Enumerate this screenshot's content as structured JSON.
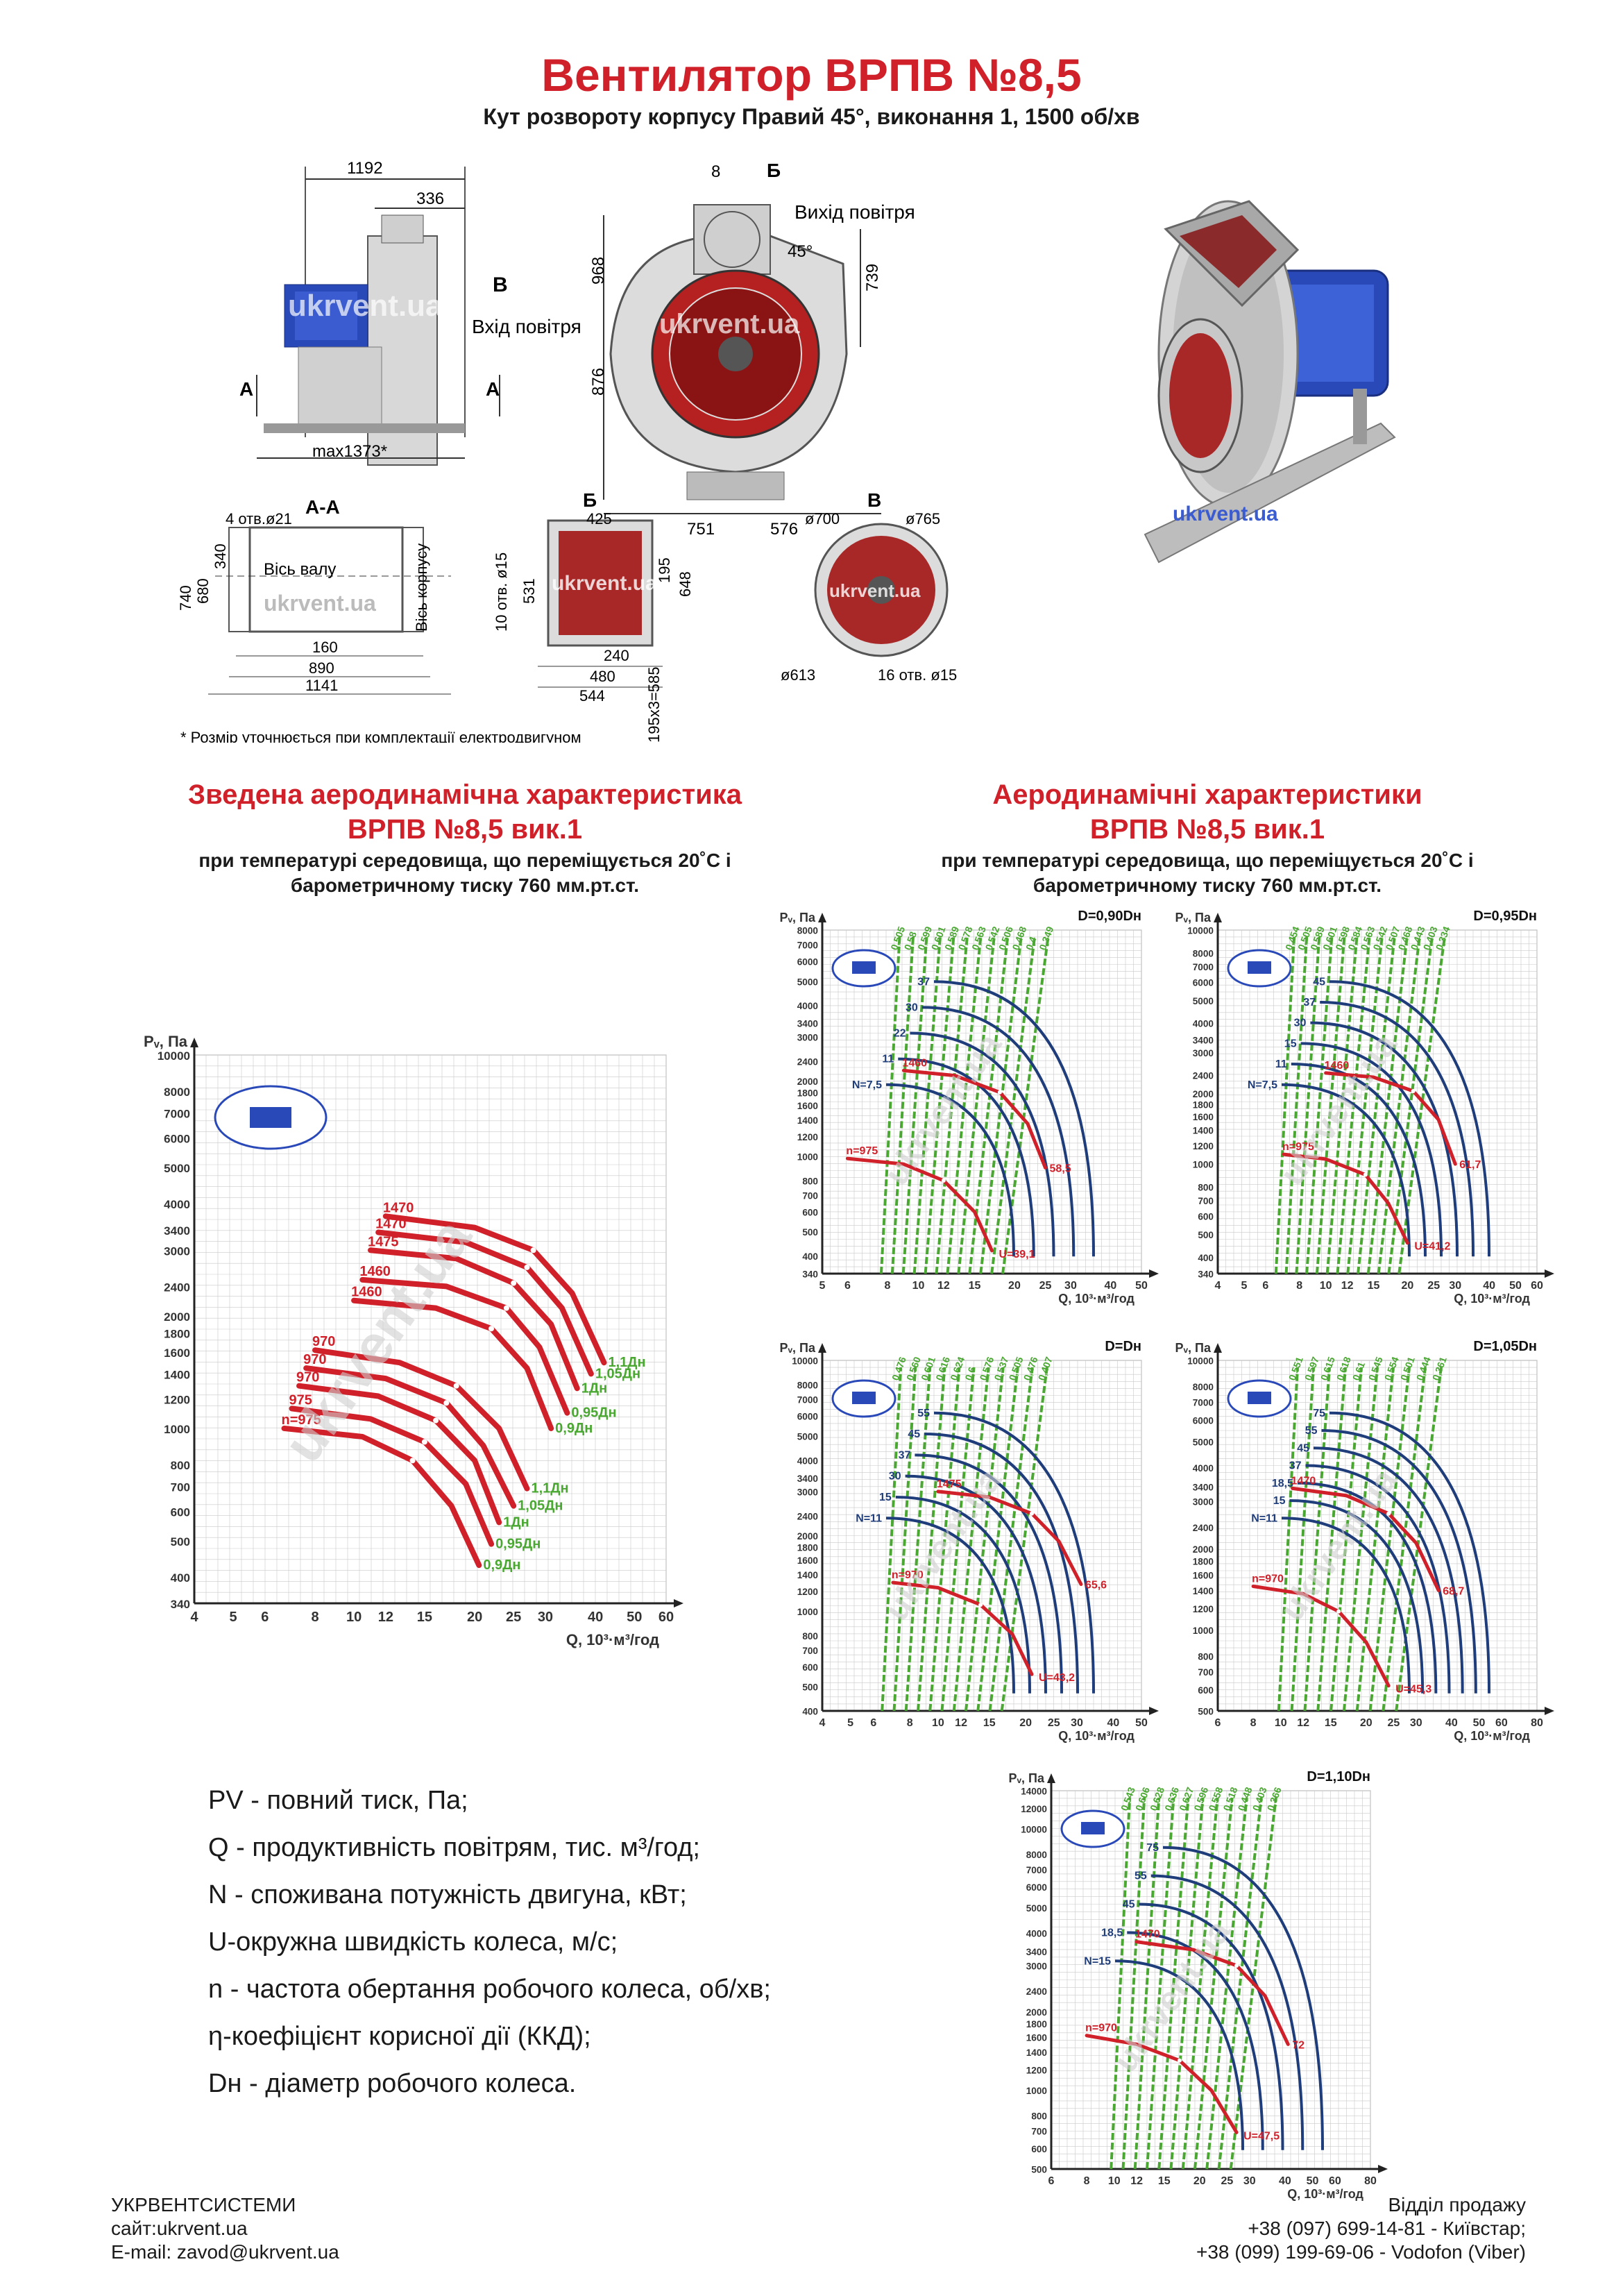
{
  "header": {
    "title": "Вентилятор ВРПВ №8,5",
    "subtitle": "Кут розвороту корпусу Правий 45°, виконання 1, 1500 об/хв"
  },
  "drawings": {
    "side_view": {
      "dim_total": "1192",
      "dim_inlet": "336",
      "dim_bottom": "max1373*",
      "section_mark": "A",
      "inlet_mark": "В",
      "inlet_label": "Вхід повітря"
    },
    "front_view": {
      "dim_top": "8",
      "outlet_mark": "Б",
      "outlet_label": "Вихід повітря",
      "angle": "45°",
      "dim_968": "968",
      "dim_876": "876",
      "dim_739": "739",
      "dim_751": "751",
      "dim_576": "576"
    },
    "section_aa": {
      "title": "А-А",
      "holes": "4 отв.ø21",
      "shaft_axis": "Вісь валу",
      "housing_axis": "Вісь корпусу",
      "d740": "740",
      "d680": "680",
      "d340": "340",
      "d160": "160",
      "d890": "890",
      "d1141": "1141"
    },
    "flange_b": {
      "title": "Б",
      "holes": "10 отв. ø15",
      "d425": "425",
      "d531": "531",
      "d195": "195",
      "d648": "648",
      "d240": "240",
      "d480": "480",
      "d544": "544",
      "d585": "195х3=585"
    },
    "flange_v": {
      "title": "В",
      "d700": "ø700",
      "d765": "ø765",
      "d613": "ø613",
      "holes": "16 отв. ø15"
    },
    "watermark": "ukrvent.ua",
    "footnote": "* Розмір уточнюється при комплектації електродвигуном"
  },
  "summary_section": {
    "title_line1": "Зведена аеродинамічна характеристика",
    "title_line2": "ВРПВ №8,5 вик.1",
    "sub_line1": "при температурі середовища, що переміщується 20˚С і",
    "sub_line2": "барометричному тиску 760 мм.рт.ст."
  },
  "detail_section": {
    "title_line1": "Аеродинамічні характеристики",
    "title_line2": "ВРПВ №8,5 вик.1",
    "sub_line1": "при температурі середовища, що переміщується 20˚С і",
    "sub_line2": "барометричному тиску 760 мм.рт.ст."
  },
  "chart_data": [
    {
      "type": "line",
      "title": "",
      "xlabel": "Q, 10³·м³/год",
      "ylabel": "Pᵥ, Па",
      "log_x": true,
      "log_y": true,
      "xlim": [
        4,
        60
      ],
      "ylim": [
        340,
        10000
      ],
      "x_ticks": [
        "4",
        "5",
        "6",
        "8",
        "10",
        "12",
        "15",
        "20",
        "25",
        "30",
        "40",
        "50",
        "60"
      ],
      "y_ticks": [
        "340",
        "400",
        "500",
        "600",
        "700",
        "800",
        "1000",
        "1200",
        "1400",
        "1600",
        "1800",
        "2000",
        "2400",
        "3000",
        "3400",
        "4000",
        "5000",
        "6000",
        "7000",
        "8000",
        "10000"
      ],
      "series": [
        {
          "name": "1,1Дн",
          "speed": "1470",
          "x": [
            12,
            20,
            28,
            35,
            42
          ],
          "y": [
            3700,
            3450,
            3000,
            2300,
            1500
          ]
        },
        {
          "name": "1,05Дн",
          "speed": "1470",
          "x": [
            11.5,
            19,
            27,
            33,
            39
          ],
          "y": [
            3350,
            3150,
            2700,
            2100,
            1400
          ]
        },
        {
          "name": "1Дн",
          "speed": "1475",
          "x": [
            11,
            18,
            25,
            31,
            36
          ],
          "y": [
            3000,
            2850,
            2450,
            1900,
            1280
          ]
        },
        {
          "name": "0,95Дн",
          "speed": "1460",
          "x": [
            10.5,
            17,
            24,
            29,
            34
          ],
          "y": [
            2500,
            2400,
            2100,
            1650,
            1100
          ]
        },
        {
          "name": "0,9Дн",
          "speed": "1460",
          "x": [
            10,
            16,
            22,
            27,
            31
          ],
          "y": [
            2200,
            2100,
            1850,
            1450,
            1000
          ]
        },
        {
          "name": "1,1Дн",
          "speed": "970",
          "x": [
            8,
            13,
            18,
            23,
            27
          ],
          "y": [
            1620,
            1500,
            1300,
            1000,
            690
          ]
        },
        {
          "name": "1,05Дн",
          "speed": "970",
          "x": [
            7.6,
            12,
            17,
            21,
            25
          ],
          "y": [
            1450,
            1360,
            1170,
            900,
            620
          ]
        },
        {
          "name": "1Дн",
          "speed": "970",
          "x": [
            7.3,
            11.5,
            16,
            20,
            23
          ],
          "y": [
            1300,
            1220,
            1050,
            820,
            560
          ]
        },
        {
          "name": "0,95Дн",
          "speed": "975",
          "x": [
            7,
            11,
            15,
            19,
            22
          ],
          "y": [
            1130,
            1060,
            920,
            710,
            490
          ]
        },
        {
          "name": "0,9Дн",
          "speed": "n=975",
          "x": [
            6.7,
            10.5,
            14,
            17.5,
            20.5
          ],
          "y": [
            1000,
            950,
            820,
            620,
            430
          ]
        }
      ]
    },
    {
      "type": "line",
      "title": "D=0,90Dн",
      "xlabel": "Q, 10³·м³/год",
      "ylabel": "Pᵥ, Па",
      "xlim": [
        5,
        50
      ],
      "ylim": [
        340,
        8000
      ],
      "x_ticks": [
        "5",
        "6",
        "8",
        "10",
        "12",
        "15",
        "20",
        "25",
        "30",
        "40",
        "50"
      ],
      "y_ticks": [
        "340",
        "400",
        "500",
        "600",
        "700",
        "800",
        "1000",
        "1200",
        "1400",
        "1600",
        "1800",
        "2000",
        "2400",
        "3000",
        "3400",
        "4000",
        "5000",
        "6000",
        "7000",
        "8000"
      ],
      "labels_left": [
        "37",
        "30",
        "22",
        "11",
        "N=7,5"
      ],
      "eff_labels": [
        "0,505",
        "0,58",
        "0,599",
        "0,601",
        "0,589",
        "0,578",
        "0,563",
        "0,542",
        "0,506",
        "0,468",
        "0,4",
        "0,349"
      ],
      "speed_labels": [
        "1460",
        "n=975"
      ],
      "end_labels": [
        "58,5",
        "U=39,1"
      ],
      "series": [
        {
          "name": "1460",
          "x": [
            9,
            13,
            18,
            22,
            25
          ],
          "y": [
            2200,
            2100,
            1800,
            1350,
            900
          ]
        },
        {
          "name": "n=975",
          "x": [
            6,
            9,
            12,
            15,
            17
          ],
          "y": [
            980,
            930,
            800,
            600,
            420
          ]
        }
      ]
    },
    {
      "type": "line",
      "title": "D=0,95Dн",
      "xlabel": "Q, 10³·м³/год",
      "ylabel": "Pᵥ, Па",
      "xlim": [
        4,
        60
      ],
      "ylim": [
        340,
        10000
      ],
      "x_ticks": [
        "4",
        "5",
        "6",
        "8",
        "10",
        "12",
        "15",
        "20",
        "25",
        "30",
        "40",
        "50",
        "60"
      ],
      "y_ticks": [
        "340",
        "400",
        "500",
        "600",
        "700",
        "800",
        "1000",
        "1200",
        "1400",
        "1600",
        "1800",
        "2000",
        "2400",
        "3000",
        "3400",
        "4000",
        "5000",
        "6000",
        "7000",
        "8000",
        "10000"
      ],
      "labels_left": [
        "45",
        "37",
        "30",
        "15",
        "11",
        "N=7,5"
      ],
      "eff_labels": [
        "0,454",
        "0,505",
        "0,589",
        "0,601",
        "0,598",
        "0,584",
        "0,563",
        "0,542",
        "0,507",
        "0,468",
        "0,443",
        "0,403",
        "0,334"
      ],
      "speed_labels": [
        "1460",
        "n=975"
      ],
      "end_labels": [
        "61,7",
        "U=41,2"
      ],
      "series": [
        {
          "name": "1460",
          "x": [
            10,
            15,
            21,
            26,
            30
          ],
          "y": [
            2450,
            2350,
            2050,
            1550,
            1000
          ]
        },
        {
          "name": "n=975",
          "x": [
            7,
            10,
            14,
            17,
            20
          ],
          "y": [
            1100,
            1050,
            900,
            680,
            460
          ]
        }
      ]
    },
    {
      "type": "line",
      "title": "D=Dн",
      "xlabel": "Q, 10³·м³/год",
      "ylabel": "Pᵥ, Па",
      "xlim": [
        4,
        50
      ],
      "ylim": [
        400,
        10000
      ],
      "x_ticks": [
        "4",
        "5",
        "6",
        "8",
        "10",
        "12",
        "15",
        "20",
        "25",
        "30",
        "40",
        "50"
      ],
      "y_ticks": [
        "400",
        "500",
        "600",
        "700",
        "800",
        "1000",
        "1200",
        "1400",
        "1600",
        "1800",
        "2000",
        "2400",
        "3000",
        "3400",
        "4000",
        "5000",
        "6000",
        "7000",
        "8000",
        "10000"
      ],
      "labels_left": [
        "55",
        "45",
        "37",
        "30",
        "15",
        "N=11"
      ],
      "eff_labels": [
        "0,476",
        "0,560",
        "0,601",
        "0,616",
        "0,624",
        "0,6",
        "0,576",
        "0,537",
        "0,505",
        "0,476",
        "0,407"
      ],
      "speed_labels": [
        "1475",
        "n=970"
      ],
      "end_labels": [
        "65,6",
        "U=43,2"
      ],
      "series": [
        {
          "name": "1475",
          "x": [
            10,
            15,
            21,
            26,
            31
          ],
          "y": [
            3000,
            2850,
            2450,
            1900,
            1280
          ]
        },
        {
          "name": "n=970",
          "x": [
            7,
            10,
            14,
            18,
            21
          ],
          "y": [
            1300,
            1240,
            1060,
            810,
            560
          ]
        }
      ]
    },
    {
      "type": "line",
      "title": "D=1,05Dн",
      "xlabel": "Q, 10³·м³/год",
      "ylabel": "Pᵥ, Па",
      "xlim": [
        6,
        80
      ],
      "ylim": [
        500,
        10000
      ],
      "x_ticks": [
        "6",
        "8",
        "10",
        "12",
        "15",
        "20",
        "25",
        "30",
        "40",
        "50",
        "60",
        "80"
      ],
      "y_ticks": [
        "500",
        "600",
        "700",
        "800",
        "1000",
        "1200",
        "1400",
        "1600",
        "1800",
        "2000",
        "2400",
        "3000",
        "3400",
        "4000",
        "5000",
        "6000",
        "7000",
        "8000",
        "10000"
      ],
      "labels_left": [
        "75",
        "55",
        "45",
        "37",
        "18,5",
        "15",
        "N=11"
      ],
      "eff_labels": [
        "0,551",
        "0,597",
        "0,615",
        "0,618",
        "0,61",
        "0,545",
        "0,554",
        "0,501",
        "0,444",
        "0,361"
      ],
      "speed_labels": [
        "1470",
        "n=970"
      ],
      "end_labels": [
        "68,7",
        "U=45,3"
      ],
      "series": [
        {
          "name": "1470",
          "x": [
            11,
            17,
            24,
            30,
            36
          ],
          "y": [
            3350,
            3150,
            2700,
            2100,
            1400
          ]
        },
        {
          "name": "n=970",
          "x": [
            8,
            12,
            16,
            20,
            24
          ],
          "y": [
            1450,
            1360,
            1170,
            900,
            620
          ]
        }
      ]
    },
    {
      "type": "line",
      "title": "D=1,10Dн",
      "xlabel": "Q, 10³·м³/год",
      "ylabel": "Pᵥ, Па",
      "xlim": [
        6,
        80
      ],
      "ylim": [
        500,
        14000
      ],
      "x_ticks": [
        "6",
        "8",
        "10",
        "12",
        "15",
        "20",
        "25",
        "30",
        "40",
        "50",
        "60",
        "80"
      ],
      "y_ticks": [
        "500",
        "600",
        "700",
        "800",
        "1000",
        "1200",
        "1400",
        "1600",
        "1800",
        "2000",
        "2400",
        "3000",
        "3400",
        "4000",
        "5000",
        "6000",
        "7000",
        "8000",
        "10000",
        "12000",
        "14000"
      ],
      "labels_left": [
        "75",
        "55",
        "45",
        "18,5",
        "N=15"
      ],
      "eff_labels": [
        "0,543",
        "0,606",
        "0,628",
        "0,636",
        "0,627",
        "0,596",
        "0,558",
        "0,518",
        "0,448",
        "0,403",
        "0,366"
      ],
      "speed_labels": [
        "1470",
        "n=970"
      ],
      "end_labels": [
        "72",
        "U=47,5"
      ],
      "series": [
        {
          "name": "1470",
          "x": [
            12,
            19,
            27,
            34,
            41
          ],
          "y": [
            3700,
            3450,
            3000,
            2300,
            1500
          ]
        },
        {
          "name": "n=970",
          "x": [
            8,
            12,
            17,
            22,
            27
          ],
          "y": [
            1620,
            1500,
            1300,
            1000,
            690
          ]
        }
      ]
    }
  ],
  "legend": [
    "PV - повний тиск, Па;",
    "Q - продуктивність повітрям, тис. м³/год;",
    "N - споживана потужність двигуна, кВт;",
    "U-окружна швидкість колеса, м/с;",
    "n - частота обертання робочого колеса, об/хв;",
    "η-коефіцієнт корисної дії (ККД);",
    "Dн - діаметр робочого колеса."
  ],
  "footer": {
    "company": "УКРВЕНТСИСТЕМИ",
    "site": "сайт:ukrvent.ua",
    "email": "E-mail: zavod@ukrvent.ua",
    "sales_title": "Відділ продажу",
    "phone1": "+38 (097) 699-14-81 - Київстар;",
    "phone2": "+38 (099) 199-69-06 - Vodofon (Viber)"
  },
  "colors": {
    "accent_red": "#d0202a",
    "curve_blue": "#1f3d7a",
    "curve_green": "#4aa832",
    "grid": "#c9c9c9"
  }
}
